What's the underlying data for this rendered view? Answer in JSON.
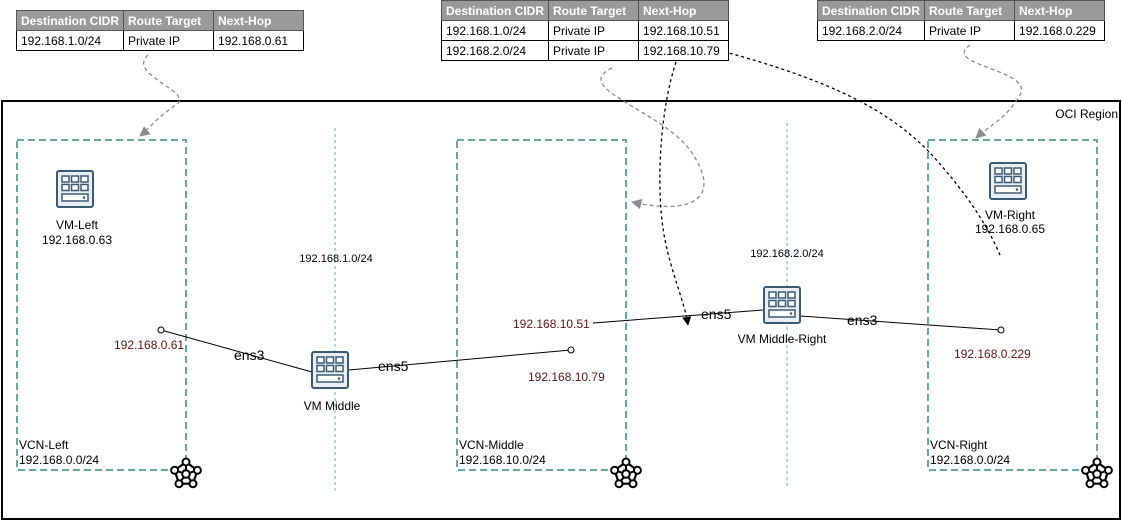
{
  "region": {
    "label": "OCI Region"
  },
  "route_table_columns": [
    "Destination CIDR",
    "Route Target",
    "Next-Hop"
  ],
  "route_tables": [
    {
      "rows": [
        [
          "192.168.1.0/24",
          "Private IP",
          "192.168.0.61"
        ]
      ]
    },
    {
      "rows": [
        [
          "192.168.1.0/24",
          "Private IP",
          "192.168.10.51"
        ],
        [
          "192.168.2.0/24",
          "Private IP",
          "192.168.10.79"
        ]
      ]
    },
    {
      "rows": [
        [
          "192.168.2.0/24",
          "Private IP",
          "192.168.0.229"
        ]
      ]
    }
  ],
  "vcns": {
    "left": {
      "name": "VCN-Left",
      "cidr": "192.168.0.0/24"
    },
    "middle": {
      "name": "VCN-Middle",
      "cidr": "192.168.10.0/24"
    },
    "right": {
      "name": "VCN-Right",
      "cidr": "192.168.0.0/24"
    }
  },
  "vms": {
    "left": {
      "name": "VM-Left",
      "ip": "192.168.0.63"
    },
    "right": {
      "name": "VM-Right",
      "ip": "192.168.0.65"
    },
    "middle": {
      "name": "VM Middle"
    },
    "middle_right": {
      "name": "VM Middle-Right"
    }
  },
  "subnets": {
    "left": "192.168.1.0/24",
    "right": "192.168.2.0/24"
  },
  "interfaces": {
    "vm_middle_ens3": "ens3",
    "vm_middle_ens5": "ens5",
    "vm_middle_right_ens5": "ens5",
    "vm_middle_right_ens3": "ens3"
  },
  "private_ips": {
    "left_vcn": "192.168.0.61",
    "middle_vcn_a": "192.168.10.51",
    "middle_vcn_b": "192.168.10.79",
    "right_vcn": "192.168.0.229"
  },
  "colors": {
    "vcn_border": "#67AB9F",
    "subnet_line": "#6FA8DC",
    "ip_text": "#641414",
    "icon_stroke": "#3D5A73",
    "icon_fill": "#E8EEF4"
  }
}
